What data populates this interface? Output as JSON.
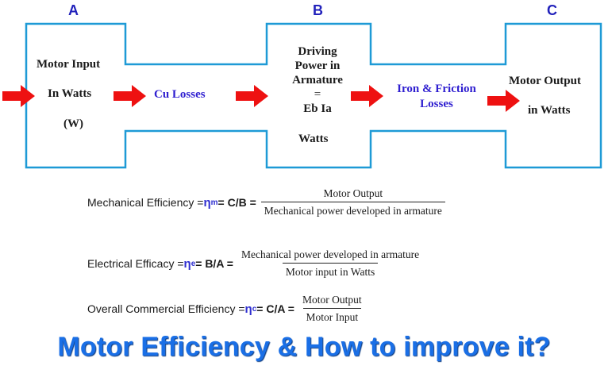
{
  "labels": {
    "a": "A",
    "b": "B",
    "c": "C"
  },
  "block_a": {
    "line1": "Motor Input",
    "line2": "In Watts",
    "line3": "(W)"
  },
  "cu_losses": "Cu Losses",
  "block_b": {
    "line1": "Driving",
    "line2": "Power in",
    "line3": "Armature",
    "line4": "=",
    "line5": "Eb Ia",
    "line6": "Watts"
  },
  "iron_losses": {
    "line1": "Iron & Friction",
    "line2": "Losses"
  },
  "block_c": {
    "line1": "Motor Output",
    "line2": "in Watts"
  },
  "formulas": {
    "mechanical": {
      "label": "Mechanical Efficiency = ",
      "symbol": "η",
      "sub": "m",
      "ratio": " = C/B = ",
      "numerator": "Motor Output",
      "denominator": "Mechanical power developed in armature"
    },
    "electrical": {
      "label": "Electrical Efficacy = ",
      "symbol": "η",
      "sub": "e",
      "ratio": " = B/A = ",
      "numerator": "Mechanical power developed in armature",
      "denominator": "Motor input in Watts"
    },
    "overall": {
      "label": "Overall Commercial Efficiency = ",
      "symbol": "η",
      "sub": "c",
      "ratio": " = C/A = ",
      "numerator": "Motor Output",
      "denominator": "Motor Input"
    }
  },
  "title": "Motor Efficiency & How to improve it?",
  "colors": {
    "outline": "#1e9ad6",
    "arrow": "#ee1111",
    "label_blue": "#2222bb",
    "title_blue": "#1a6fe6"
  }
}
